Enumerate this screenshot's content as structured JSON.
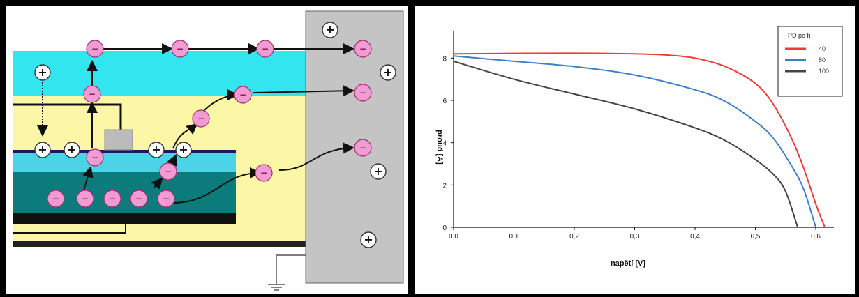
{
  "diagram": {
    "colors": {
      "electron_fill": "#f29bd2",
      "hole_fill": "#ffffff",
      "top_layer": "#33e5ef",
      "middle_layer": "#fcf7a6",
      "junction_layer": "#4dd3e8",
      "absorber_layer": "#0b7b7b",
      "electrode": "#c4c4c4",
      "dark_band": "#1a1a60"
    },
    "electron_symbol": "−",
    "hole_symbol": "+",
    "icons": [
      "electron-icon",
      "hole-icon",
      "ground-icon"
    ]
  },
  "chart_data": {
    "type": "line",
    "xlabel": "napětí [V]",
    "ylabel": "proud [A]",
    "xlim": [
      0,
      0.63
    ],
    "ylim": [
      0,
      9
    ],
    "x_ticks": [
      "0,0",
      "0,1",
      "0,2",
      "0,3",
      "0,4",
      "0,5",
      "0,6"
    ],
    "y_ticks": [
      "0",
      "2",
      "4",
      "6",
      "8"
    ],
    "grid": false,
    "legend": {
      "title": "PD po h",
      "placement": "top-right"
    },
    "series": [
      {
        "name": "40",
        "color": "#ee3b3b",
        "points": [
          [
            0,
            8.2
          ],
          [
            0.1,
            8.22
          ],
          [
            0.2,
            8.23
          ],
          [
            0.3,
            8.2
          ],
          [
            0.35,
            8.15
          ],
          [
            0.4,
            8.0
          ],
          [
            0.45,
            7.6
          ],
          [
            0.5,
            6.8
          ],
          [
            0.53,
            5.8
          ],
          [
            0.56,
            4.2
          ],
          [
            0.58,
            2.8
          ],
          [
            0.6,
            1.1
          ],
          [
            0.615,
            0
          ]
        ]
      },
      {
        "name": "80",
        "color": "#3f7fc6",
        "points": [
          [
            0,
            8.1
          ],
          [
            0.1,
            7.85
          ],
          [
            0.2,
            7.6
          ],
          [
            0.3,
            7.2
          ],
          [
            0.4,
            6.5
          ],
          [
            0.45,
            5.95
          ],
          [
            0.5,
            5.0
          ],
          [
            0.53,
            4.2
          ],
          [
            0.56,
            2.9
          ],
          [
            0.58,
            1.8
          ],
          [
            0.6,
            0
          ]
        ]
      },
      {
        "name": "100",
        "color": "#444444",
        "points": [
          [
            0,
            7.85
          ],
          [
            0.1,
            7.0
          ],
          [
            0.2,
            6.3
          ],
          [
            0.3,
            5.6
          ],
          [
            0.4,
            4.7
          ],
          [
            0.45,
            4.1
          ],
          [
            0.5,
            3.2
          ],
          [
            0.53,
            2.5
          ],
          [
            0.55,
            1.7
          ],
          [
            0.57,
            0
          ]
        ]
      }
    ]
  }
}
